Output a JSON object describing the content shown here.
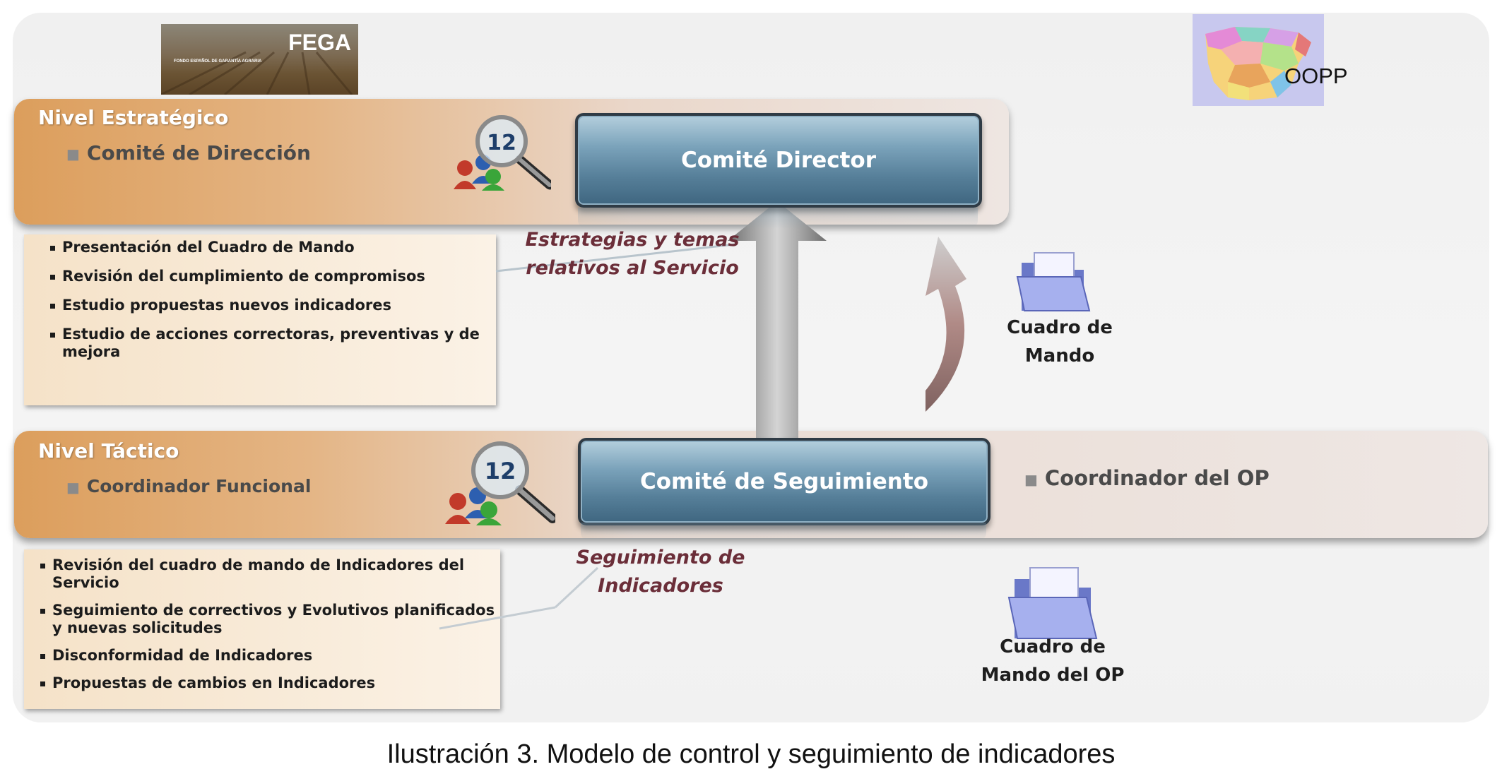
{
  "logos": {
    "fega_name": "FEGA",
    "fega_subtitle": "FONDO ESPAÑOL DE GARANTÍA AGRARIA",
    "oopp_label": "OOPP"
  },
  "strategic": {
    "title": "Nivel Estratégico",
    "subtitle": "Comité de Dirección",
    "committee": "Comité Director",
    "tasks": [
      "Presentación del Cuadro de Mando",
      "Revisión del cumplimiento de compromisos",
      "Estudio propuestas nuevos indicadores",
      "Estudio de acciones correctoras, preventivas y de mejora"
    ],
    "flow_label_line1": "Estrategias y temas",
    "flow_label_line2": "relativos al Servicio",
    "report_line1": "Cuadro de",
    "report_line2": "Mando"
  },
  "tactical": {
    "title": "Nivel Táctico",
    "subtitle": "Coordinador Funcional",
    "committee": "Comité de Seguimiento",
    "right_role": "Coordinador del OP",
    "tasks": [
      "Revisión del cuadro de mando de Indicadores del Servicio",
      "Seguimiento de correctivos y Evolutivos planificados y nuevas solicitudes",
      "Disconformidad de Indicadores",
      "Propuestas de cambios en Indicadores"
    ],
    "flow_label_line1": "Seguimiento de",
    "flow_label_line2": "Indicadores",
    "report_line1": "Cuadro de",
    "report_line2": "Mando del OP"
  },
  "icon_number": "12",
  "caption": "Ilustración 3. Modelo de control y seguimiento de indicadores"
}
